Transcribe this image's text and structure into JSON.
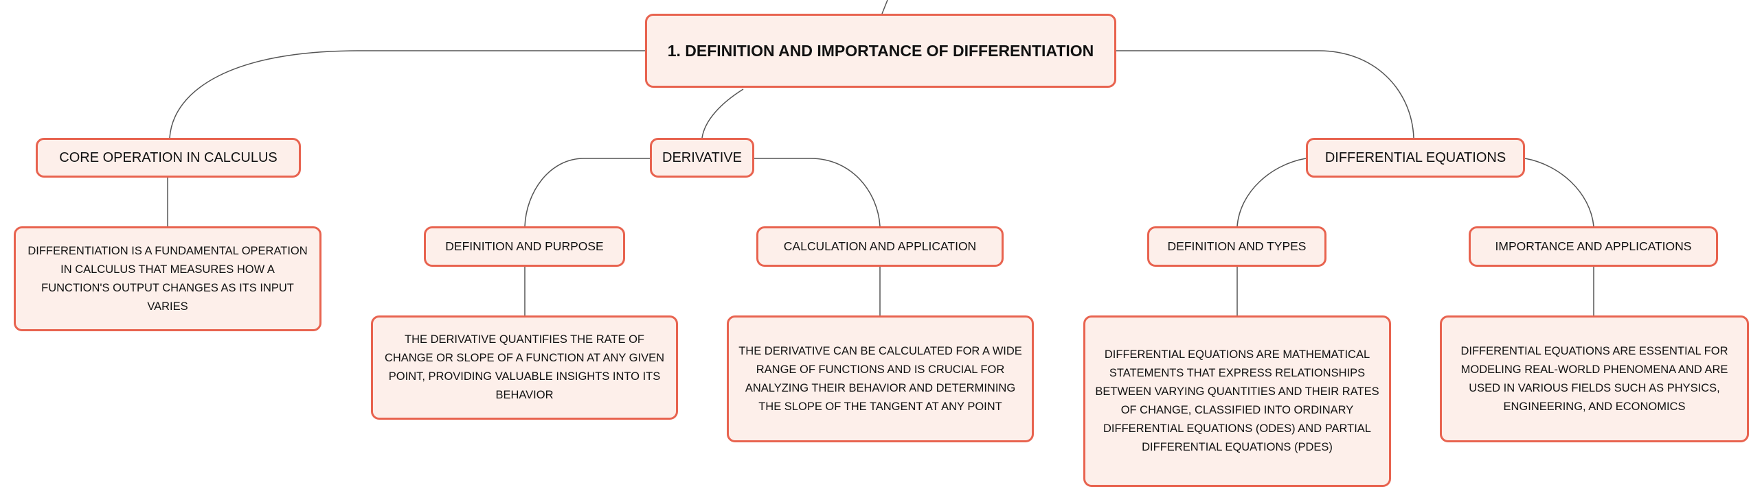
{
  "root": {
    "label": "1. DEFINITION AND IMPORTANCE OF DIFFERENTIATION"
  },
  "core": {
    "label": "CORE OPERATION IN CALCULUS",
    "detail": "DIFFERENTIATION IS A FUNDAMENTAL OPERATION IN CALCULUS THAT MEASURES HOW A FUNCTION'S OUTPUT CHANGES AS ITS INPUT VARIES"
  },
  "derivative": {
    "label": "DERIVATIVE",
    "definition": {
      "label": "DEFINITION AND PURPOSE",
      "detail": "THE DERIVATIVE QUANTIFIES THE RATE OF CHANGE OR SLOPE OF A FUNCTION AT ANY GIVEN POINT, PROVIDING VALUABLE INSIGHTS INTO ITS BEHAVIOR"
    },
    "calculation": {
      "label": "CALCULATION AND APPLICATION",
      "detail": "THE DERIVATIVE CAN BE CALCULATED FOR A WIDE RANGE OF FUNCTIONS AND IS CRUCIAL FOR ANALYZING THEIR BEHAVIOR AND DETERMINING THE SLOPE OF THE TANGENT AT ANY POINT"
    }
  },
  "diffeq": {
    "label": "DIFFERENTIAL EQUATIONS",
    "types": {
      "label": "DEFINITION AND TYPES",
      "detail": "DIFFERENTIAL EQUATIONS ARE MATHEMATICAL STATEMENTS THAT EXPRESS RELATIONSHIPS BETWEEN VARYING QUANTITIES AND THEIR RATES OF CHANGE, CLASSIFIED INTO ORDINARY DIFFERENTIAL EQUATIONS (ODES) AND PARTIAL DIFFERENTIAL EQUATIONS (PDES)"
    },
    "importance": {
      "label": "IMPORTANCE AND APPLICATIONS",
      "detail": "DIFFERENTIAL EQUATIONS ARE ESSENTIAL FOR MODELING REAL-WORLD PHENOMENA AND ARE USED IN VARIOUS FIELDS SUCH AS PHYSICS, ENGINEERING, AND ECONOMICS"
    }
  },
  "colors": {
    "border": "#e8634f",
    "fill": "#fdefea",
    "line": "#555555"
  }
}
